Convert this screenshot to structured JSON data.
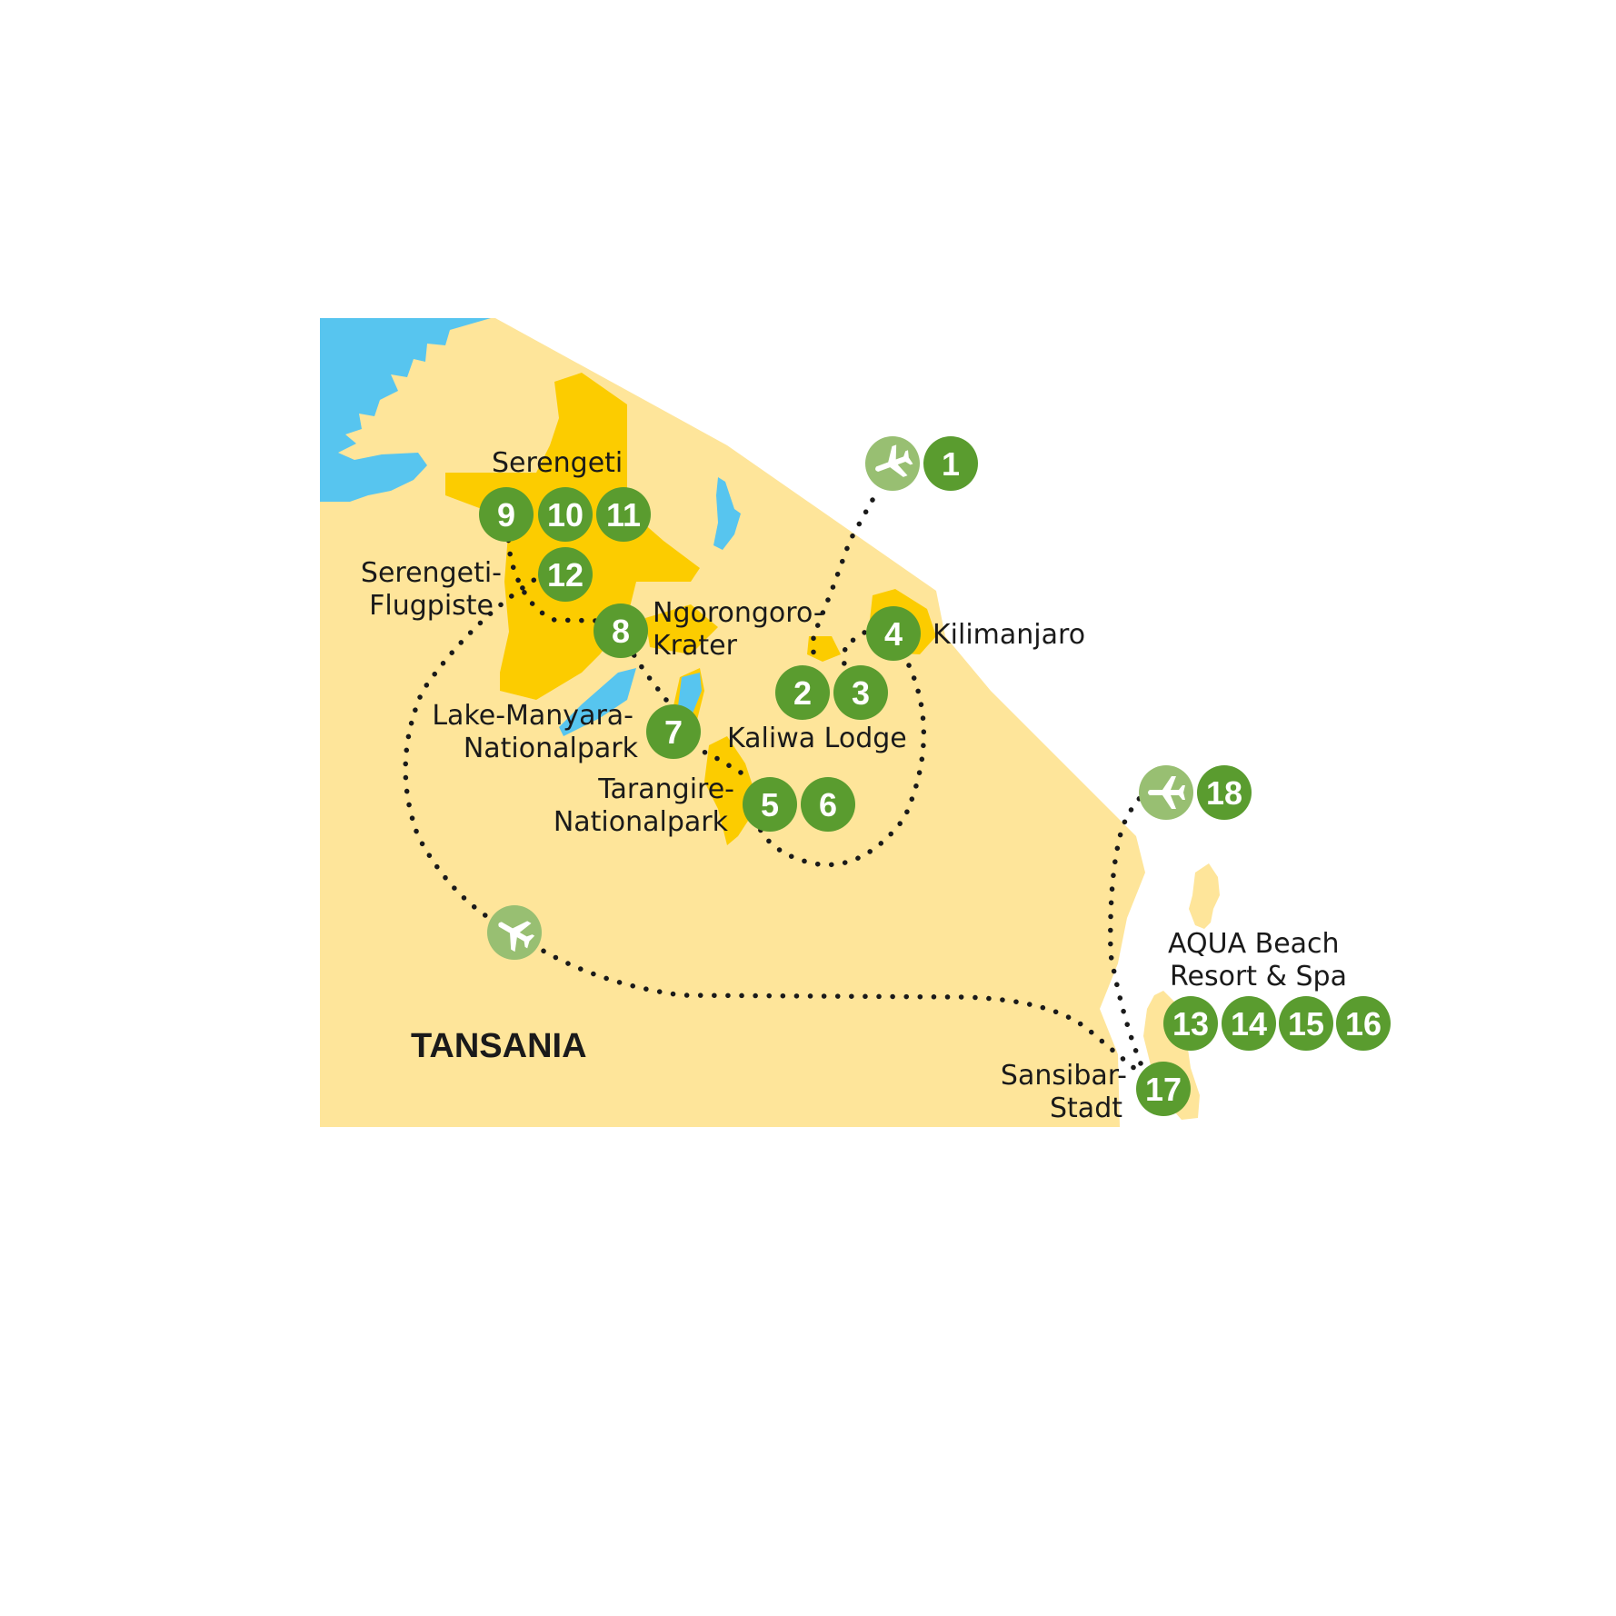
{
  "map": {
    "country_label": "TANSANIA",
    "colors": {
      "land": "#fee59a",
      "park": "#fccc00",
      "water": "#57c5ef",
      "stop_marker": "#5a9c2f",
      "plane_marker": "#98bf72",
      "route": "#1a1a1a",
      "background": "#ffffff"
    },
    "places": {
      "serengeti": "Serengeti",
      "serengeti_airstrip_1": "Serengeti-",
      "serengeti_airstrip_2": "Flugpiste",
      "ngorongoro_1": "Ngorongoro-",
      "ngorongoro_2": "Krater",
      "kilimanjaro": "Kilimanjaro",
      "lake_manyara_1": "Lake-Manyara-",
      "lake_manyara_2": "Nationalpark",
      "kaliwa": "Kaliwa Lodge",
      "tarangire_1": "Tarangire-",
      "tarangire_2": "Nationalpark",
      "aqua_1": "AQUA Beach",
      "aqua_2": "Resort & Spa",
      "zanzibar_1": "Sansibar-",
      "zanzibar_2": "Stadt"
    },
    "stops": {
      "s1": "1",
      "s2": "2",
      "s3": "3",
      "s4": "4",
      "s5": "5",
      "s6": "6",
      "s7": "7",
      "s8": "8",
      "s9": "9",
      "s10": "10",
      "s11": "11",
      "s12": "12",
      "s13": "13",
      "s14": "14",
      "s15": "15",
      "s16": "16",
      "s17": "17",
      "s18": "18"
    },
    "icons": {
      "flight_marker": "airplane-icon"
    }
  }
}
